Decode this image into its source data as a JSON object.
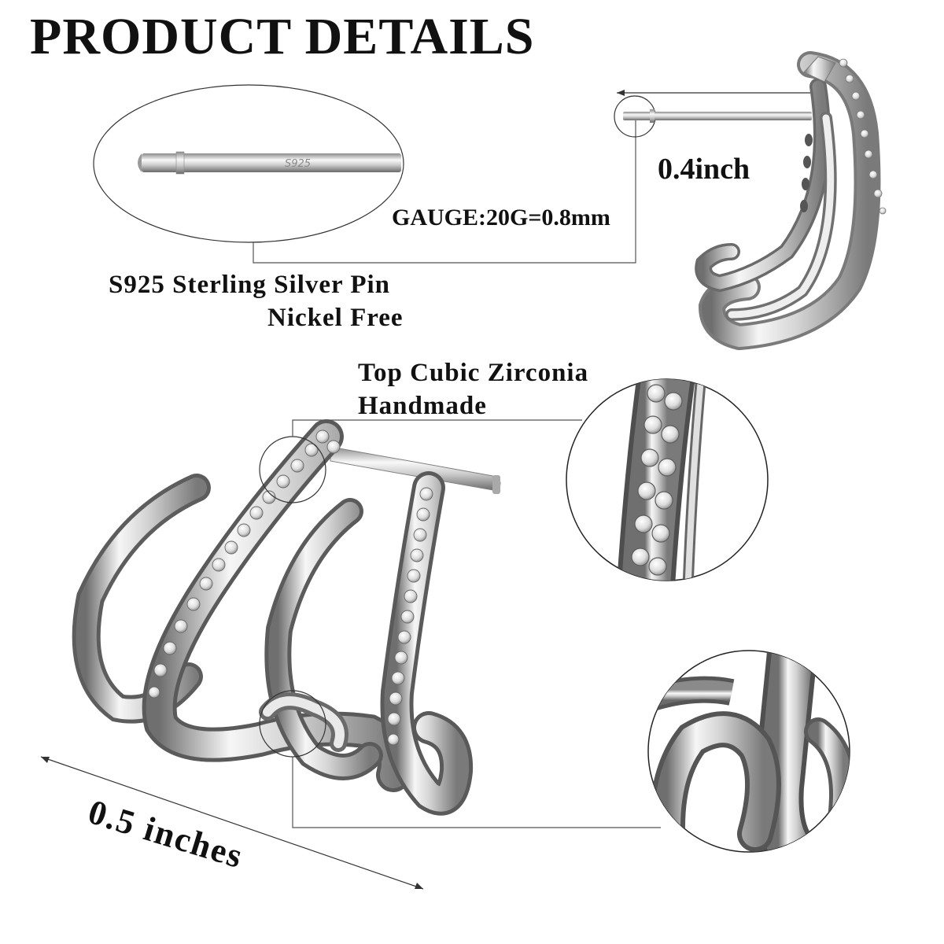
{
  "header": {
    "title": "PRODUCT DETAILS"
  },
  "pin": {
    "material_line1": "S925 Sterling Silver Pin",
    "material_line2": "Nickel Free",
    "gauge": "GAUGE:20G=0.8mm",
    "stamp": "S925"
  },
  "dimensions": {
    "pin_length": "0.4inch",
    "width": "0.5 inches"
  },
  "stones": {
    "line1": "Top Cubic Zirconia",
    "line2": "Handmade"
  },
  "colors": {
    "text": "#111111",
    "silver_light": "#f4f4f4",
    "silver_mid": "#c9c9c9",
    "silver_dark": "#6e6e6e",
    "line": "#555555"
  }
}
